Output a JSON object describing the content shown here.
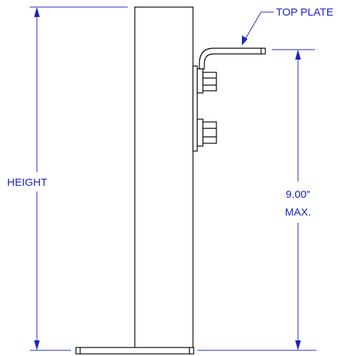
{
  "labels": {
    "top_plate": "TOP PLATE",
    "height": "HEIGHT",
    "max_value": "9.00\"",
    "max_suffix": "MAX."
  },
  "colors": {
    "dimension": "#1a24c8",
    "part": "#000000",
    "background": "#ffffff"
  }
}
